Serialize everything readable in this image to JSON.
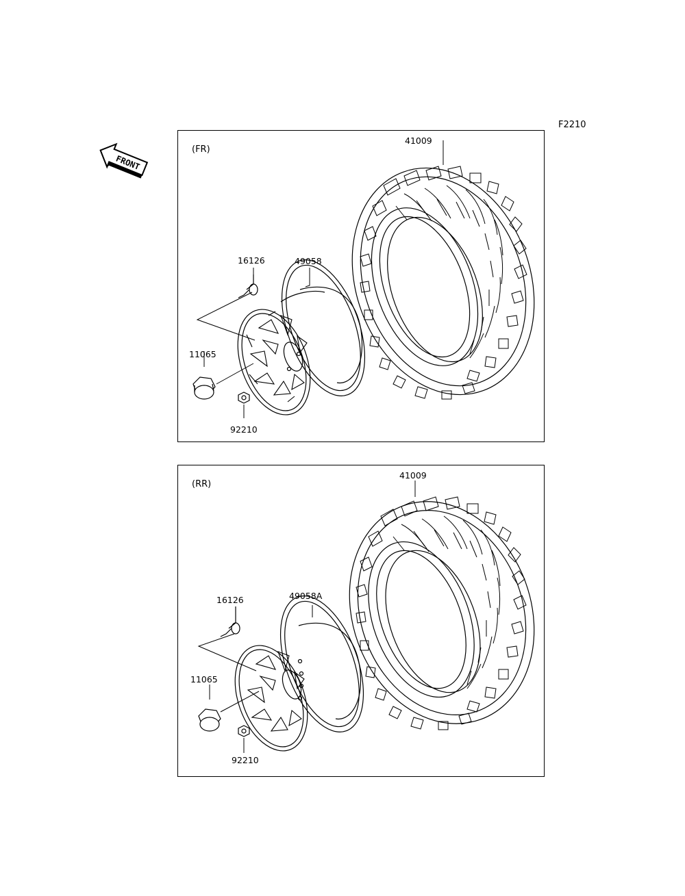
{
  "page_code": "F2210",
  "front_indicator": "FRONT",
  "panels": [
    {
      "tag": "(FR)",
      "parts": {
        "tire": "41009",
        "wheel": "49058",
        "valve": "16126",
        "cap": "11065",
        "nut": "92210"
      }
    },
    {
      "tag": "(RR)",
      "parts": {
        "tire": "41009",
        "wheel": "49058A",
        "valve": "16126",
        "cap": "11065",
        "nut": "92210"
      }
    }
  ]
}
